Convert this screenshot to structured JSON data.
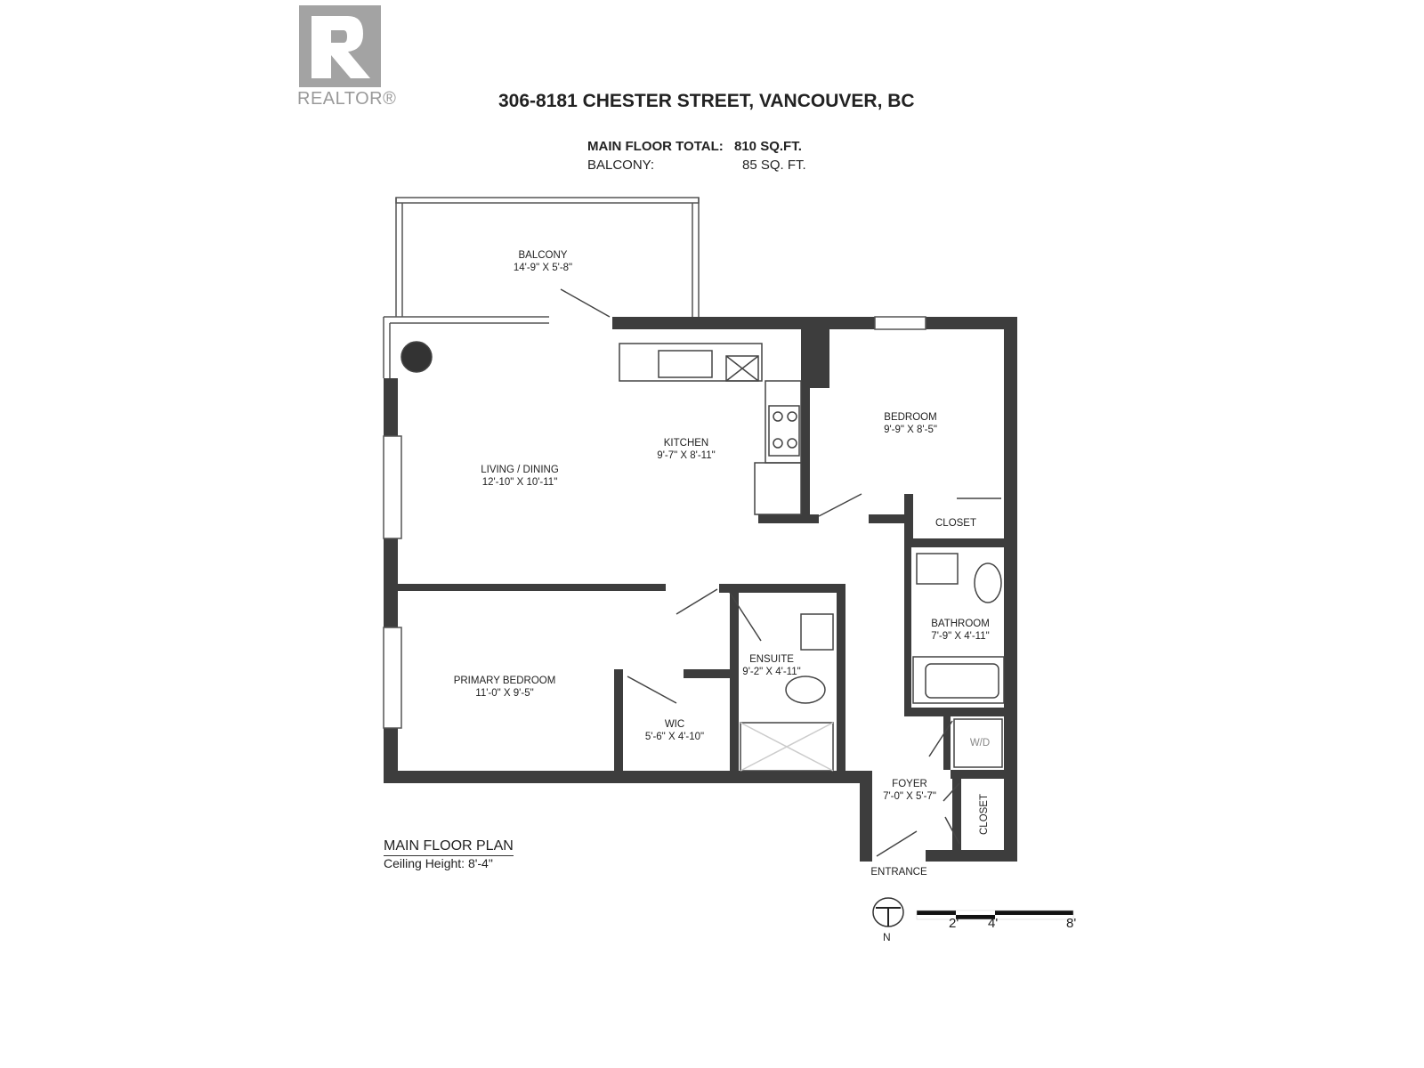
{
  "logo": {
    "text": "REALTOR®"
  },
  "header": {
    "address": "306-8181 CHESTER STREET, VANCOUVER, BC",
    "areas": [
      {
        "label": "MAIN FLOOR TOTAL:",
        "value": "810 SQ.FT."
      },
      {
        "label": "BALCONY:",
        "value": "85 SQ. FT."
      }
    ]
  },
  "rooms": [
    {
      "name": "BALCONY",
      "dims": "14'-9\" X 5'-8\""
    },
    {
      "name": "KITCHEN",
      "dims": "9'-7\" X 8'-11\""
    },
    {
      "name": "BEDROOM",
      "dims": "9'-9\" X 8'-5\""
    },
    {
      "name": "LIVING / DINING",
      "dims": "12'-10\" X 10'-11\""
    },
    {
      "name": "CLOSET",
      "dims": ""
    },
    {
      "name": "BATHROOM",
      "dims": "7'-9\" X 4'-11\""
    },
    {
      "name": "ENSUITE",
      "dims": "9'-2\" X 4'-11\""
    },
    {
      "name": "PRIMARY BEDROOM",
      "dims": "11'-0\" X 9'-5\""
    },
    {
      "name": "WIC",
      "dims": "5'-6\" X 4'-10\""
    },
    {
      "name": "W/D",
      "dims": ""
    },
    {
      "name": "FOYER",
      "dims": "7'-0\" X 5'-7\""
    },
    {
      "name": "CLOSET",
      "dims": ""
    },
    {
      "name": "ENTRANCE",
      "dims": ""
    }
  ],
  "plan": {
    "title": "MAIN FLOOR PLAN",
    "ceiling": "Ceiling Height: 8'-4\""
  },
  "north": {
    "label": "N"
  },
  "scale": {
    "ticks": [
      "2'",
      "4'",
      "8'"
    ]
  },
  "colors": {
    "wall": "#3d3d3d",
    "logo": "#a3a3a3"
  }
}
